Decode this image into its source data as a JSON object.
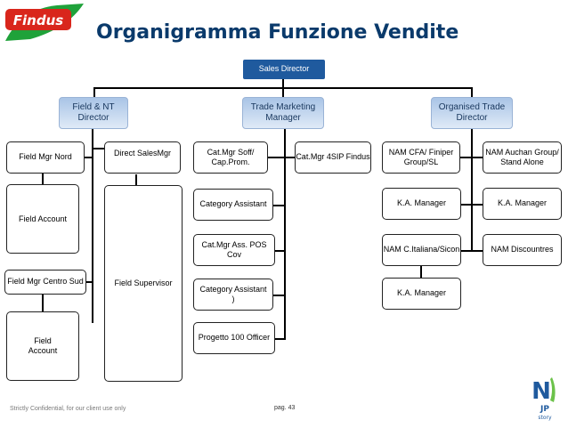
{
  "logo": {
    "text": "Findus",
    "colors": {
      "badge": "#d9261c",
      "shape": "#1fa23a",
      "text": "#ffffff"
    }
  },
  "title": "Organigramma  Funzione Vendite",
  "top": "Sales Director",
  "heads": {
    "field": [
      "Field & NT",
      "Director"
    ],
    "trade": [
      "Trade Marketing",
      "Manager"
    ],
    "organised": [
      "Organised Trade",
      "Director"
    ]
  },
  "field": {
    "nord": "Field Mgr Nord",
    "direct": "Direct SalesMgr",
    "account1": "Field Account",
    "centro": "Field Mgr Centro Sud",
    "supervisor": "Field Supervisor",
    "account2": [
      "Field",
      "Account"
    ]
  },
  "trade": {
    "soff": [
      "Cat.Mgr Soff/",
      "Cap.Prom."
    ],
    "category1": "Category Assistant",
    "pos": "Cat.Mgr Ass. POS Cov",
    "category2": [
      "Category Assistant",
      ")"
    ],
    "progetto": "Progetto 100 Officer",
    "sip": "Cat.Mgr 4SIP Findus"
  },
  "organised": {
    "nam_cfa": [
      "NAM  CFA/ Finiper",
      "Group/SL"
    ],
    "ka1": "K.A. Manager",
    "nam_italiana": "NAM  C.Italiana/Sicon",
    "ka2": "K.A.  Manager",
    "nam_auchan": [
      "NAM  Auchan Group/",
      "Stand Alone"
    ],
    "ka3": "K.A. Manager",
    "nam_disc": "NAM Discountres"
  },
  "footer": {
    "confidential": "Strictly Confidential, for our client use only",
    "page": "pag. 43"
  },
  "brand": {
    "letters": "N",
    "sub": "JP",
    "tag": "story",
    "colors": {
      "primary": "#1f5a9e",
      "accent": "#6cc24a"
    }
  }
}
